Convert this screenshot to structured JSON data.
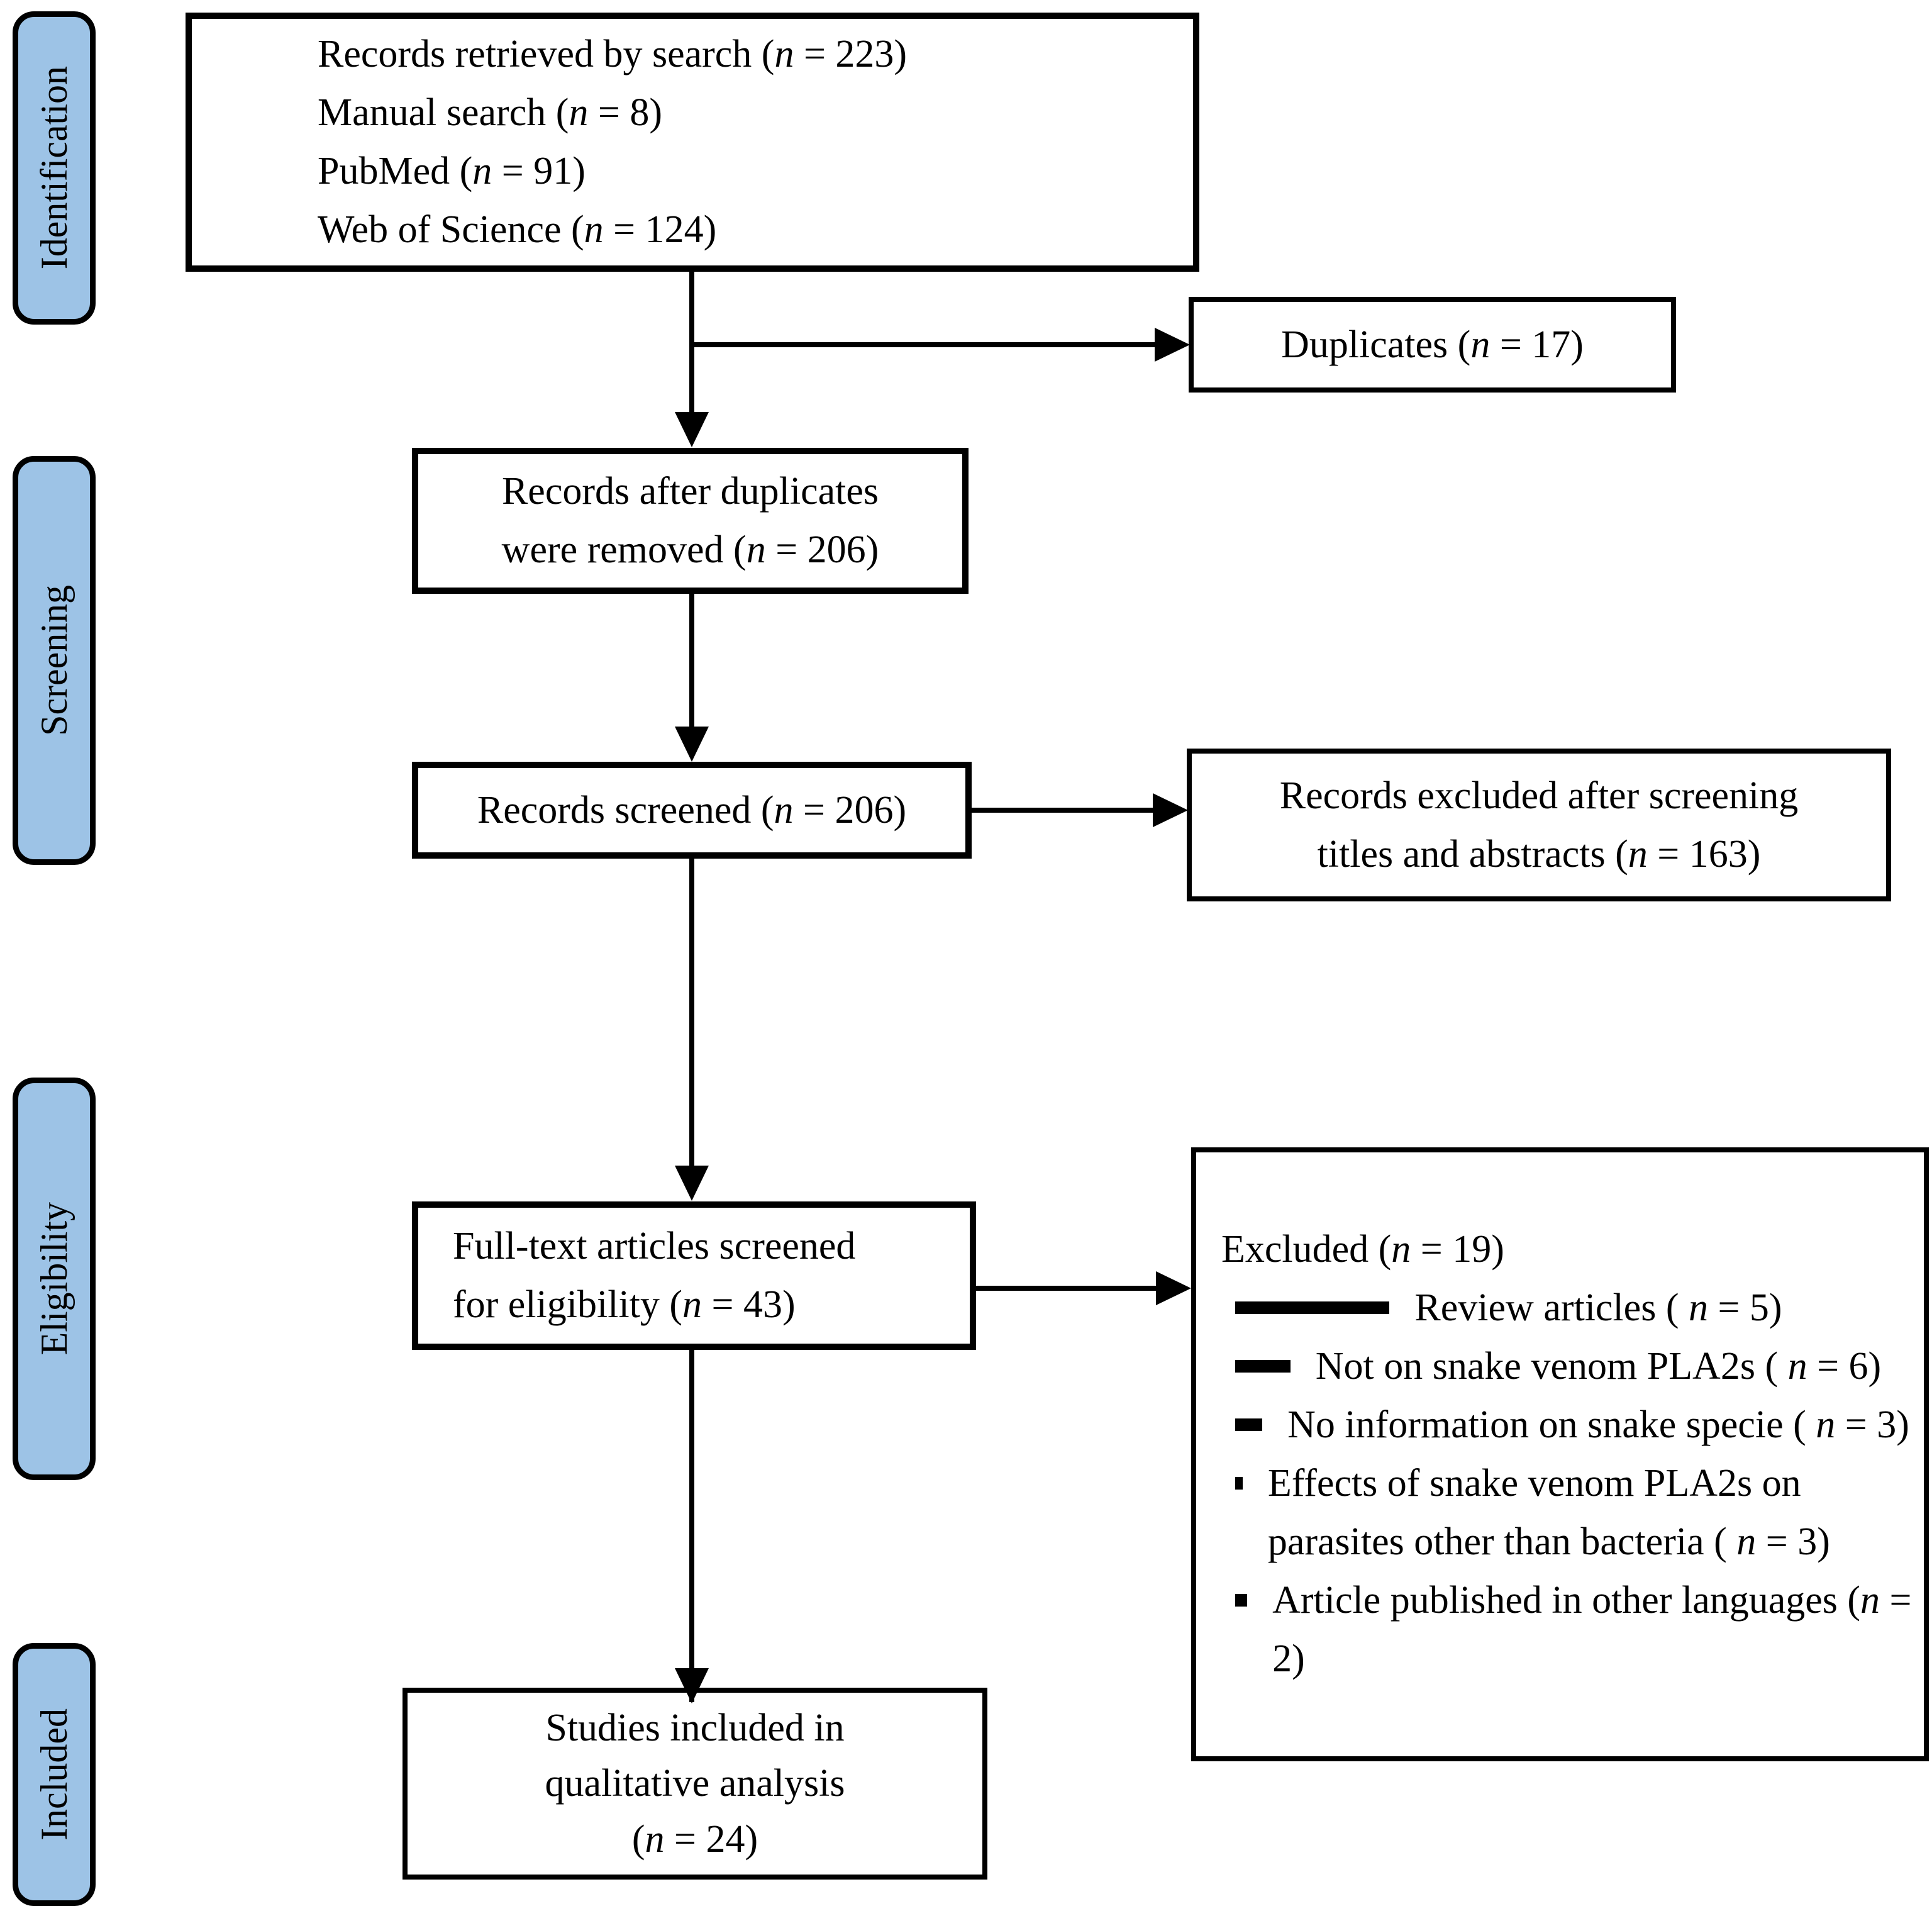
{
  "palette": {
    "stage_fill": "#9DC3E6",
    "line_color": "#000000",
    "box_fill": "#FFFFFF"
  },
  "sidebar": {
    "stages": [
      {
        "label": "Identification"
      },
      {
        "label": "Screening"
      },
      {
        "label": "Eligibility"
      },
      {
        "label": "Included"
      }
    ]
  },
  "flow": {
    "sources_box": {
      "lines": [
        "Records retrieved by search (n = 223)",
        "Manual search (n = 8)",
        "PubMed (n = 91)",
        "Web of Science (n = 124)"
      ]
    },
    "duplicates_box": {
      "text": "Duplicates (n = 17)"
    },
    "dedup_box": {
      "lines": [
        "Records after duplicates",
        "were removed (n = 206)"
      ]
    },
    "screened_box": {
      "text": "Records screened (n = 206)"
    },
    "screen_excluded_box": {
      "lines": [
        "Records excluded after screening",
        "titles and abstracts (n = 163)"
      ]
    },
    "fulltext_box": {
      "lines": [
        "Full-text articles screened",
        "for eligibility (n = 43)"
      ]
    },
    "fulltext_excluded_box": {
      "title": "Excluded (n = 19)",
      "items": [
        "Review articles ( n = 5)",
        "Not on snake venom PLA2s ( n = 6)",
        "No information on snake specie ( n = 3)",
        "Effects of snake venom PLA2s on parasites other than bacteria ( n = 3)",
        "Article published in other languages (n = 2)"
      ]
    },
    "included_box": {
      "lines": [
        "Studies included in",
        "qualitative analysis",
        "(n = 24)"
      ]
    }
  }
}
